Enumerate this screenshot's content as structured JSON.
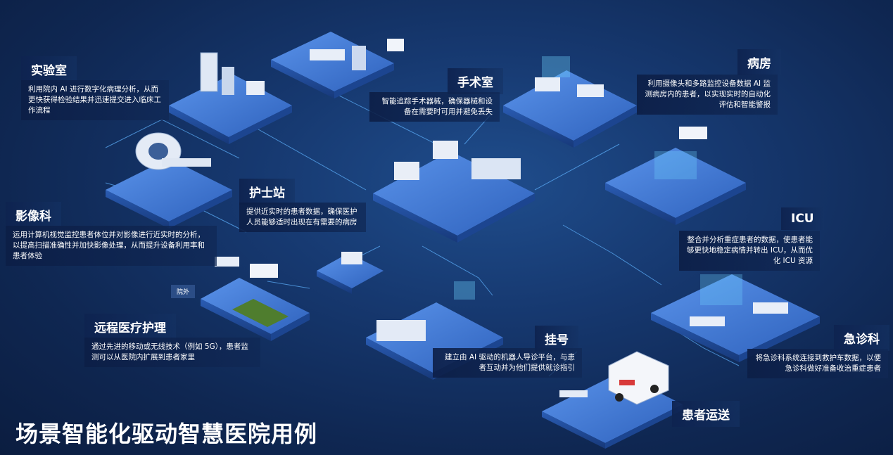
{
  "main_title": "场景智能化驱动智慧医院用例",
  "outside_tag": "院外",
  "scenes": {
    "lab": {
      "title": "实验室",
      "desc": "利用院内 AI 进行数字化病理分析，从而更快获得检验结果并迅速提交进入临床工作流程"
    },
    "surgery": {
      "title": "手术室",
      "desc": "智能追踪手术器械，确保器械和设备在需要时可用并避免丢失"
    },
    "ward": {
      "title": "病房",
      "desc": "利用摄像头和多路监控设备数据 AI 监测病房内的患者，以实现实时的自动化评估和智能警报"
    },
    "imaging": {
      "title": "影像科",
      "desc": "运用计算机视觉监控患者体位并对影像进行近实时的分析，以提高扫描准确性并加快影像处理，从而提升设备利用率和患者体验"
    },
    "nurse": {
      "title": "护士站",
      "desc": "提供近实时的患者数据，确保医护人员能够适时出现在有需要的病房"
    },
    "icu": {
      "title": "ICU",
      "desc": "整合并分析重症患者的数据，使患者能够更快地稳定病情并转出 ICU，从而优化 ICU 资源"
    },
    "remote": {
      "title": "远程医疗护理",
      "desc": "通过先进的移动或无线技术（例如 5G），患者监测可以从医院内扩展到患者家里"
    },
    "registration": {
      "title": "挂号",
      "desc": "建立由 AI 驱动的机器人导诊平台，与患者互动并为他们提供就诊指引"
    },
    "emergency": {
      "title": "急诊科",
      "desc": "将急诊科系统连接到救护车数据，以便急诊科做好准备收治重症患者"
    },
    "transport": {
      "title": "患者运送",
      "desc": ""
    }
  },
  "colors": {
    "platform_top": "#3f78d6",
    "platform_side": "#23519f",
    "link_line": "#5fb3ff"
  }
}
